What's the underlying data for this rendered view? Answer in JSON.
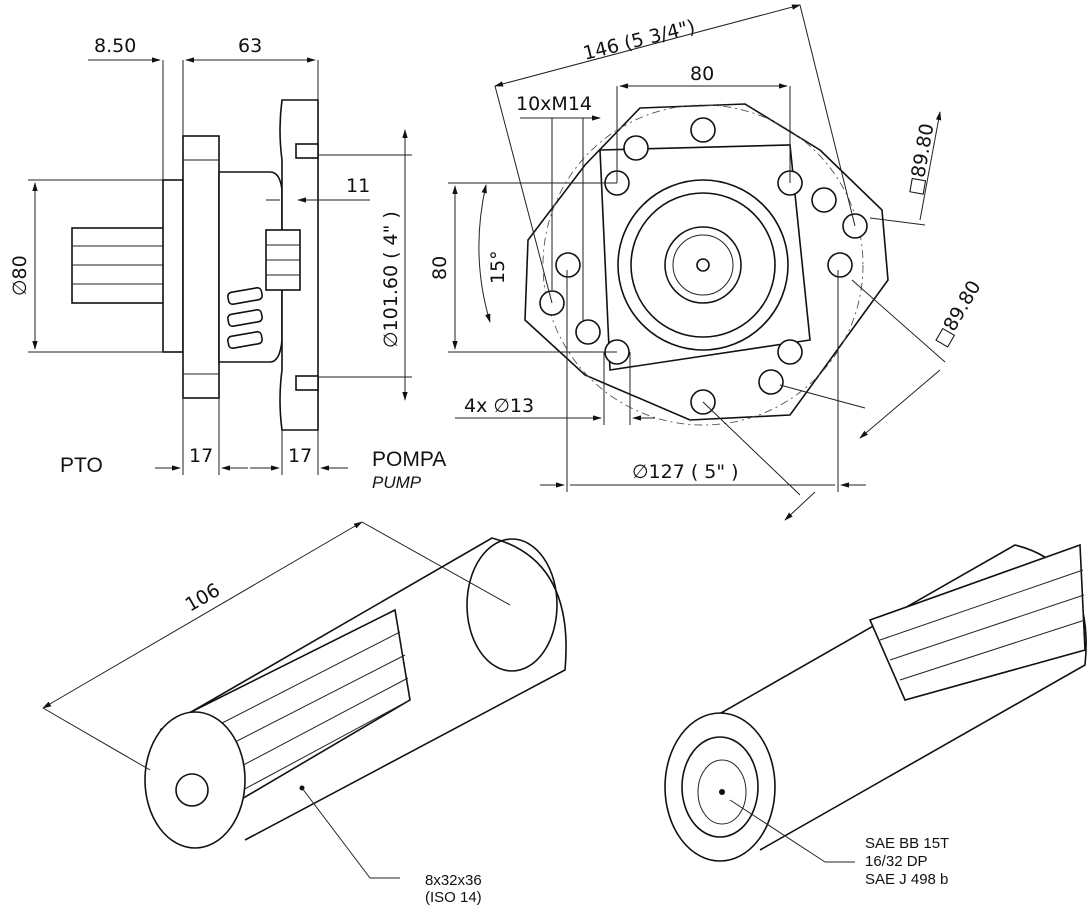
{
  "side_view": {
    "dim_8_50": "8.50",
    "dim_63": "63",
    "dim_11": "11",
    "dim_phi80": "∅80",
    "dim_phi101": "∅101.60 ( 4\" )",
    "dim_17_left": "17",
    "dim_17_right": "17",
    "label_pto": "PTO",
    "label_pompa": "POMPA",
    "label_pump": "PUMP"
  },
  "front_view": {
    "dim_146": "146 (5 3/4\")",
    "dim_80_top": "80",
    "dim_10xm14": "10xM14",
    "dim_89_80_top": "□89.80",
    "dim_89_80_bottom": "□89.80",
    "dim_15deg": "15°",
    "dim_80_left": "80",
    "dim_4x13": "4x ∅13",
    "dim_phi127": "∅127 ( 5\" )"
  },
  "shafts": {
    "dim_106": "106",
    "male_note_line1": "8x32x36",
    "male_note_line2": "(ISO 14)",
    "female_note_line1": "SAE BB 15T",
    "female_note_line2": "16/32 DP",
    "female_note_line3": "SAE J 498 b"
  }
}
